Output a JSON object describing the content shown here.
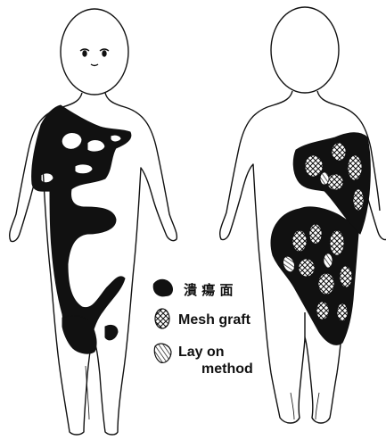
{
  "legend": {
    "items": [
      {
        "id": "ulcer",
        "label_lines": [
          "潰 瘍 面"
        ],
        "pattern": "solid-black"
      },
      {
        "id": "mesh-graft",
        "label_lines": [
          "Mesh graft"
        ],
        "pattern": "crosshatch"
      },
      {
        "id": "lay-on",
        "label_lines": [
          "Lay on",
          "method"
        ],
        "pattern": "striped-oval"
      }
    ]
  },
  "figures": [
    {
      "id": "front-view",
      "view": "front"
    },
    {
      "id": "back-view",
      "view": "back"
    }
  ],
  "colors": {
    "ink": "#111111",
    "paper": "#ffffff"
  }
}
